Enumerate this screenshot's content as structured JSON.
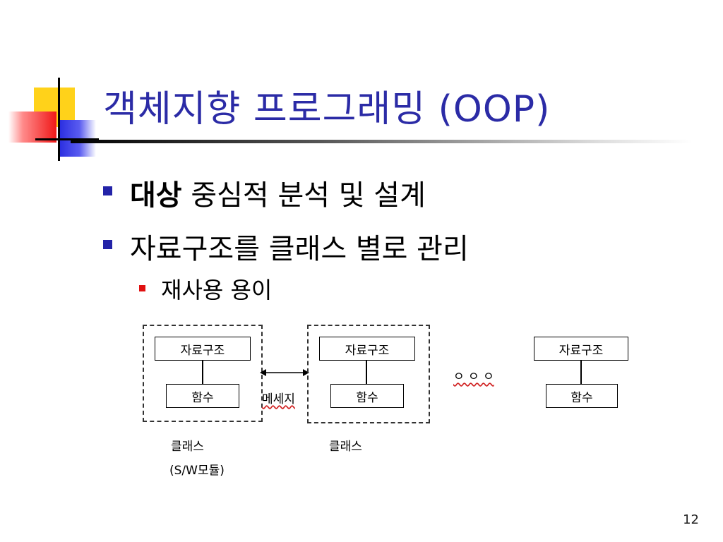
{
  "slide": {
    "title": "객체지향 프로그래밍 (OOP)",
    "page_number": "12"
  },
  "bullets": [
    {
      "bold": "대상",
      "rest": " 중심적 분석 및 설계"
    },
    {
      "text": "자료구조를 클래스 별로 관리"
    }
  ],
  "sub_bullets": [
    {
      "text": "재사용 용이"
    }
  ],
  "diagram": {
    "class1": {
      "data": "자료구조",
      "func": "함수",
      "label": "클래스",
      "sublabel": "(S/W모듈)"
    },
    "message": "메세지",
    "class2": {
      "data": "자료구조",
      "func": "함수",
      "label": "클래스"
    },
    "ellipsis": "ㅇ ㅇ ㅇ",
    "class3": {
      "data": "자료구조",
      "func": "함수"
    }
  },
  "colors": {
    "title": "#2b2ba6",
    "bullet": "#2323a8",
    "sub_bullet": "#e01010",
    "logo_yellow": "#ffd21a",
    "logo_blue": "#2a2ee0",
    "logo_red": "#f01818"
  }
}
